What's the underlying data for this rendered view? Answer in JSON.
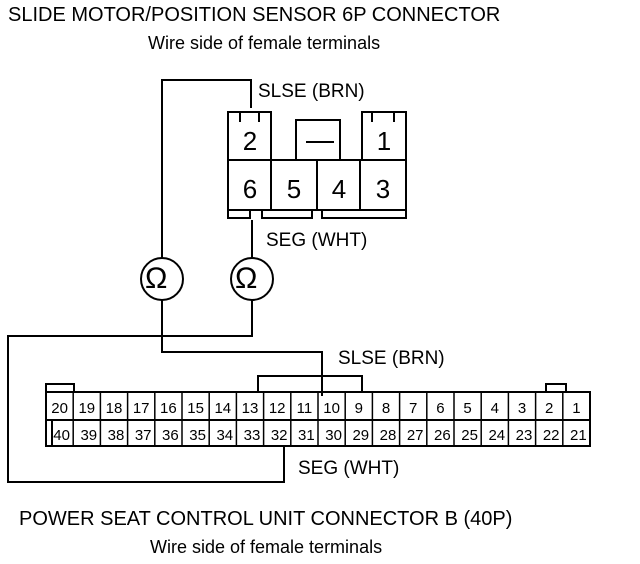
{
  "top_connector": {
    "title": "SLIDE MOTOR/POSITION SENSOR 6P CONNECTOR",
    "subtitle": "Wire side of female terminals",
    "terminals": [
      {
        "id": "t2",
        "label": "2"
      },
      {
        "id": "t1",
        "label": "1"
      },
      {
        "id": "t6",
        "label": "6"
      },
      {
        "id": "t5",
        "label": "5"
      },
      {
        "id": "t4",
        "label": "4"
      },
      {
        "id": "t3",
        "label": "3"
      }
    ]
  },
  "wires": {
    "slse_top": "SLSE (BRN)",
    "seg_top": "SEG (WHT)",
    "slse_bottom": "SLSE (BRN)",
    "seg_bottom": "SEG (WHT)"
  },
  "meters": {
    "symbol": "Ω",
    "icon": "ohmmeter-icon"
  },
  "bottom_connector": {
    "title": "POWER SEAT CONTROL UNIT CONNECTOR B (40P)",
    "subtitle": "Wire side of female terminals",
    "top_row": [
      "20",
      "19",
      "18",
      "17",
      "16",
      "15",
      "14",
      "13",
      "12",
      "11",
      "10",
      "9",
      "8",
      "7",
      "6",
      "5",
      "4",
      "3",
      "2",
      "1"
    ],
    "bottom_row": [
      "40",
      "39",
      "38",
      "37",
      "36",
      "35",
      "34",
      "33",
      "32",
      "31",
      "30",
      "29",
      "28",
      "27",
      "26",
      "25",
      "24",
      "23",
      "22",
      "21"
    ]
  }
}
